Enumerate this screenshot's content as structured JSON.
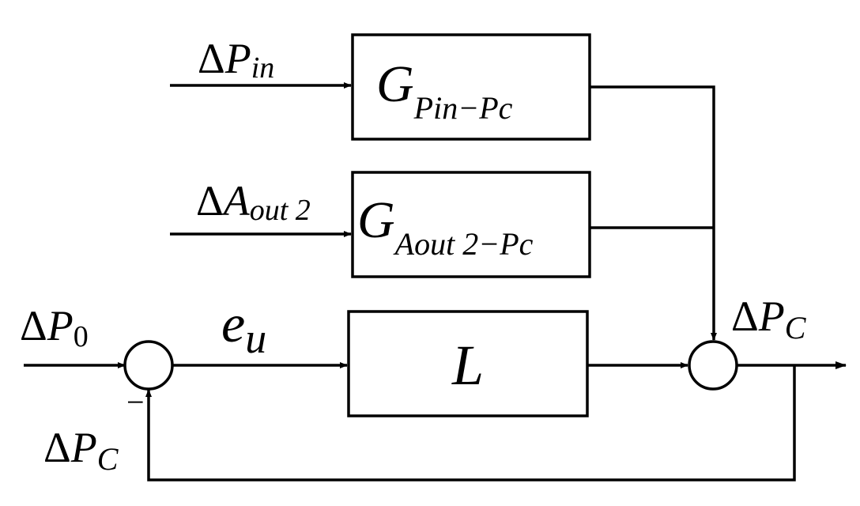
{
  "inputs": {
    "p_in": {
      "delta": "Δ",
      "symbol": "P",
      "sub": "in"
    },
    "a_out2": {
      "delta": "Δ",
      "symbol": "A",
      "sub": "out 2"
    },
    "p0": {
      "delta": "Δ",
      "symbol": "P",
      "sub": "0"
    }
  },
  "blocks": {
    "g_pin_pc": {
      "symbol": "G",
      "sub": "Pin−Pc"
    },
    "g_aout2_pc": {
      "symbol": "G",
      "sub": "Aout 2−Pc"
    },
    "l": {
      "symbol": "L"
    }
  },
  "signals": {
    "error": {
      "symbol": "e",
      "sub": "u"
    },
    "output": {
      "delta": "Δ",
      "symbol": "P",
      "sub": "C"
    },
    "feedback": {
      "delta": "Δ",
      "symbol": "P",
      "sub": "C",
      "sign": "−"
    }
  }
}
